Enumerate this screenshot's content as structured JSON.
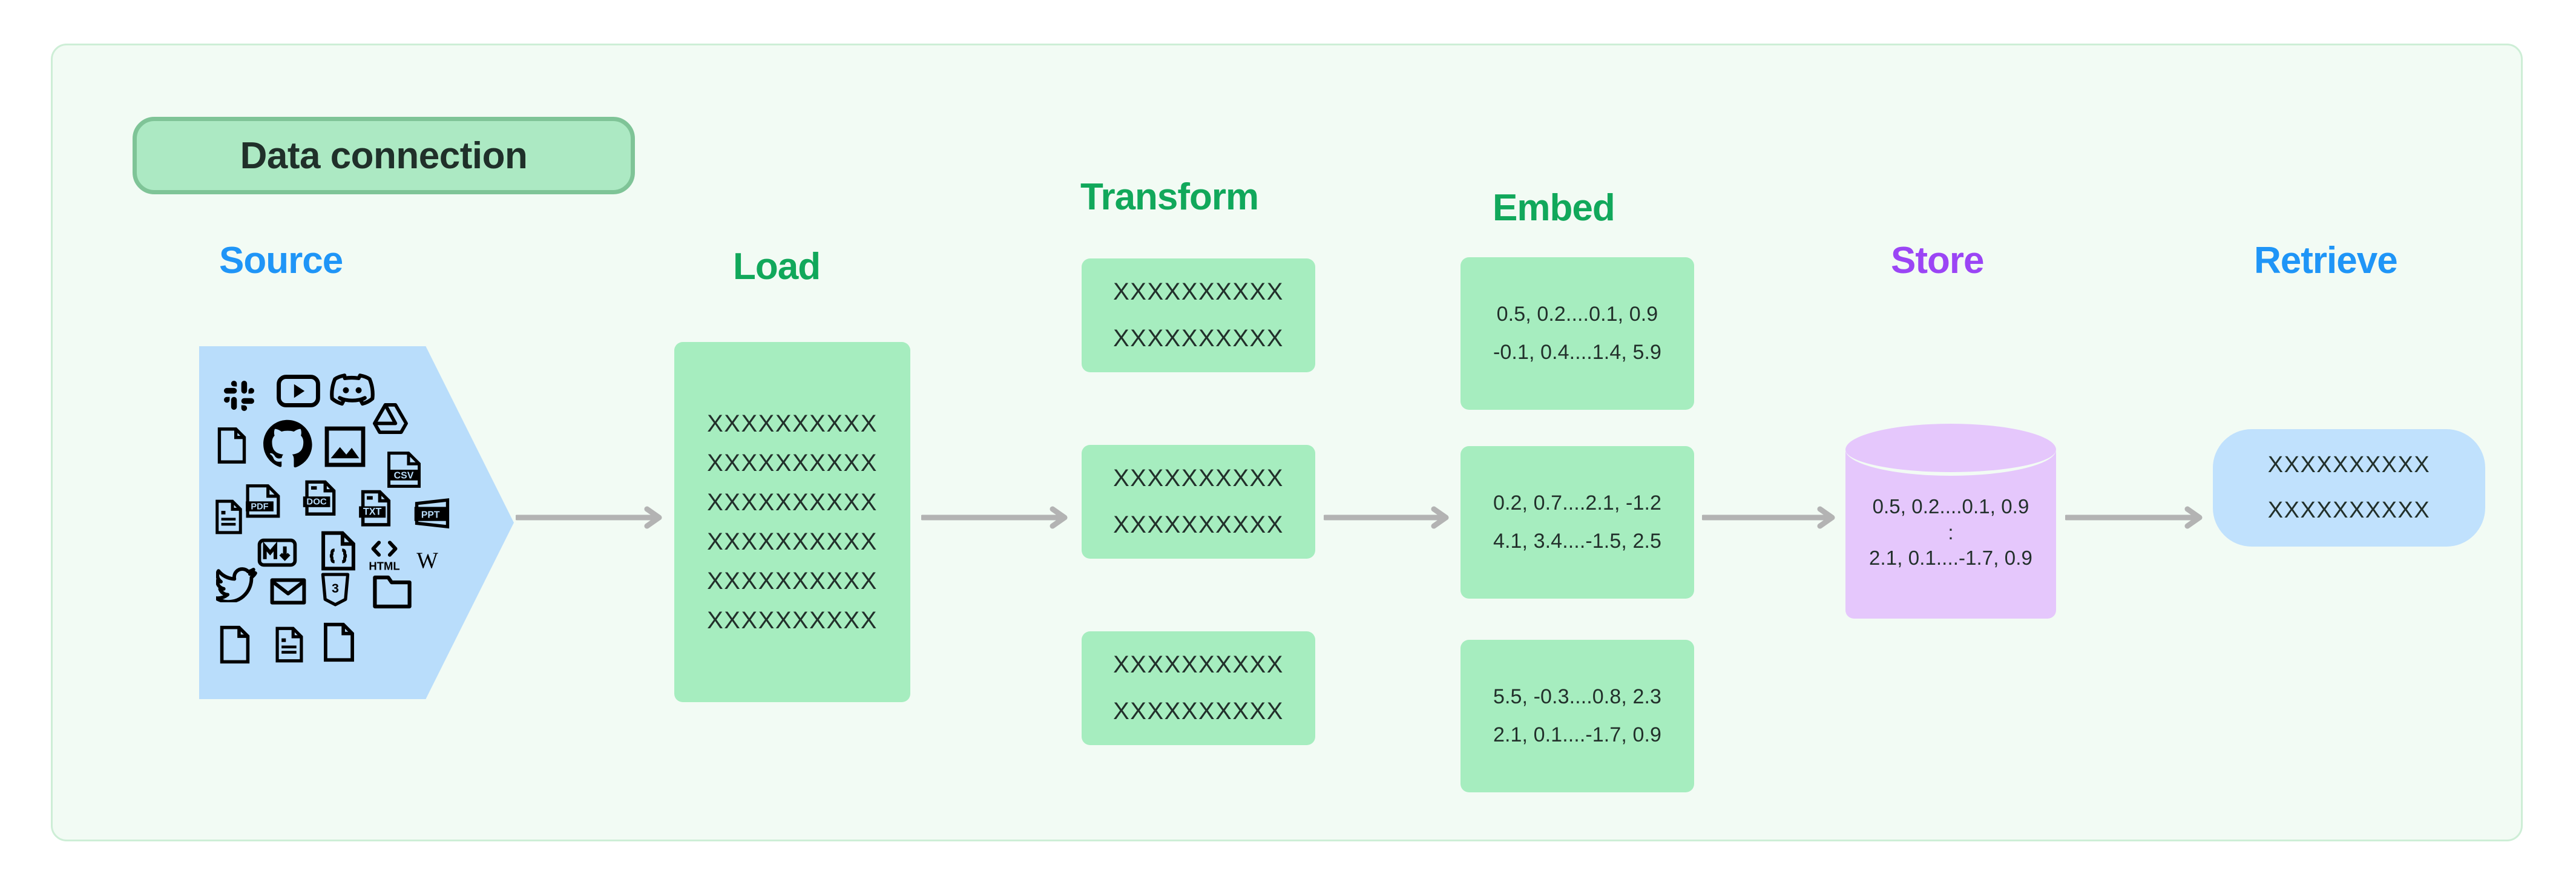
{
  "badge": {
    "label": "Data connection"
  },
  "colors": {
    "canvas_bg": "#f2fbf4",
    "canvas_border": "#cdeed6",
    "badge_bg": "#ace9c3",
    "badge_border": "#7fc497",
    "source_blue": "#1f95f7",
    "green": "#11a85b",
    "purple": "#9b45f5",
    "box_green": "#a6edbf",
    "source_shape_blue": "#b9ddfb",
    "store_purple": "#e5c7fc",
    "retrieve_blue": "#c0e1fd",
    "arrow_gray": "#b3b3b3",
    "text_dark": "#22302b"
  },
  "stages": [
    {
      "id": "source",
      "title": "Source"
    },
    {
      "id": "load",
      "title": "Load"
    },
    {
      "id": "transform",
      "title": "Transform"
    },
    {
      "id": "embed",
      "title": "Embed"
    },
    {
      "id": "store",
      "title": "Store"
    },
    {
      "id": "retrieve",
      "title": "Retrieve"
    }
  ],
  "source": {
    "icons": [
      "slack-icon",
      "youtube-icon",
      "discord-icon",
      "file-blank-icon",
      "github-icon",
      "image-icon",
      "google-drive-icon",
      "csv-file-icon",
      "document-lines-icon",
      "pdf-file-icon",
      "doc-file-icon",
      "txt-file-icon",
      "ppt-file-icon",
      "markdown-icon",
      "json-file-icon",
      "html-icon",
      "wikipedia-icon",
      "twitter-icon",
      "email-icon",
      "css3-icon",
      "folder-icon",
      "file-blank-icon-2",
      "document-lines-icon-2",
      "file-blank-icon-3"
    ]
  },
  "load": {
    "lines": [
      "XXXXXXXXXX",
      "XXXXXXXXXX",
      "XXXXXXXXXX",
      "XXXXXXXXXX",
      "XXXXXXXXXX",
      "XXXXXXXXXX"
    ]
  },
  "transform": {
    "boxes": [
      {
        "lines": [
          "XXXXXXXXXX",
          "XXXXXXXXXX"
        ]
      },
      {
        "lines": [
          "XXXXXXXXXX",
          "XXXXXXXXXX"
        ]
      },
      {
        "lines": [
          "XXXXXXXXXX",
          "XXXXXXXXXX"
        ]
      }
    ]
  },
  "embed": {
    "boxes": [
      {
        "lines": [
          "0.5, 0.2....0.1, 0.9",
          "-0.1, 0.4....1.4, 5.9"
        ]
      },
      {
        "lines": [
          "0.2, 0.7....2.1, -1.2",
          "4.1, 3.4....-1.5, 2.5"
        ]
      },
      {
        "lines": [
          "5.5, -0.3....0.8, 2.3",
          "2.1, 0.1....-1.7, 0.9"
        ]
      }
    ]
  },
  "store": {
    "line_top": "0.5, 0.2....0.1, 0.9",
    "ellipsis": ":",
    "line_bottom": "2.1, 0.1....-1.7, 0.9"
  },
  "retrieve": {
    "lines": [
      "XXXXXXXXXX",
      "XXXXXXXXXX"
    ]
  },
  "arrows": [
    {
      "name": "arrow-source-to-load"
    },
    {
      "name": "arrow-load-to-transform"
    },
    {
      "name": "arrow-transform-to-embed"
    },
    {
      "name": "arrow-embed-to-store"
    },
    {
      "name": "arrow-store-to-retrieve"
    }
  ]
}
